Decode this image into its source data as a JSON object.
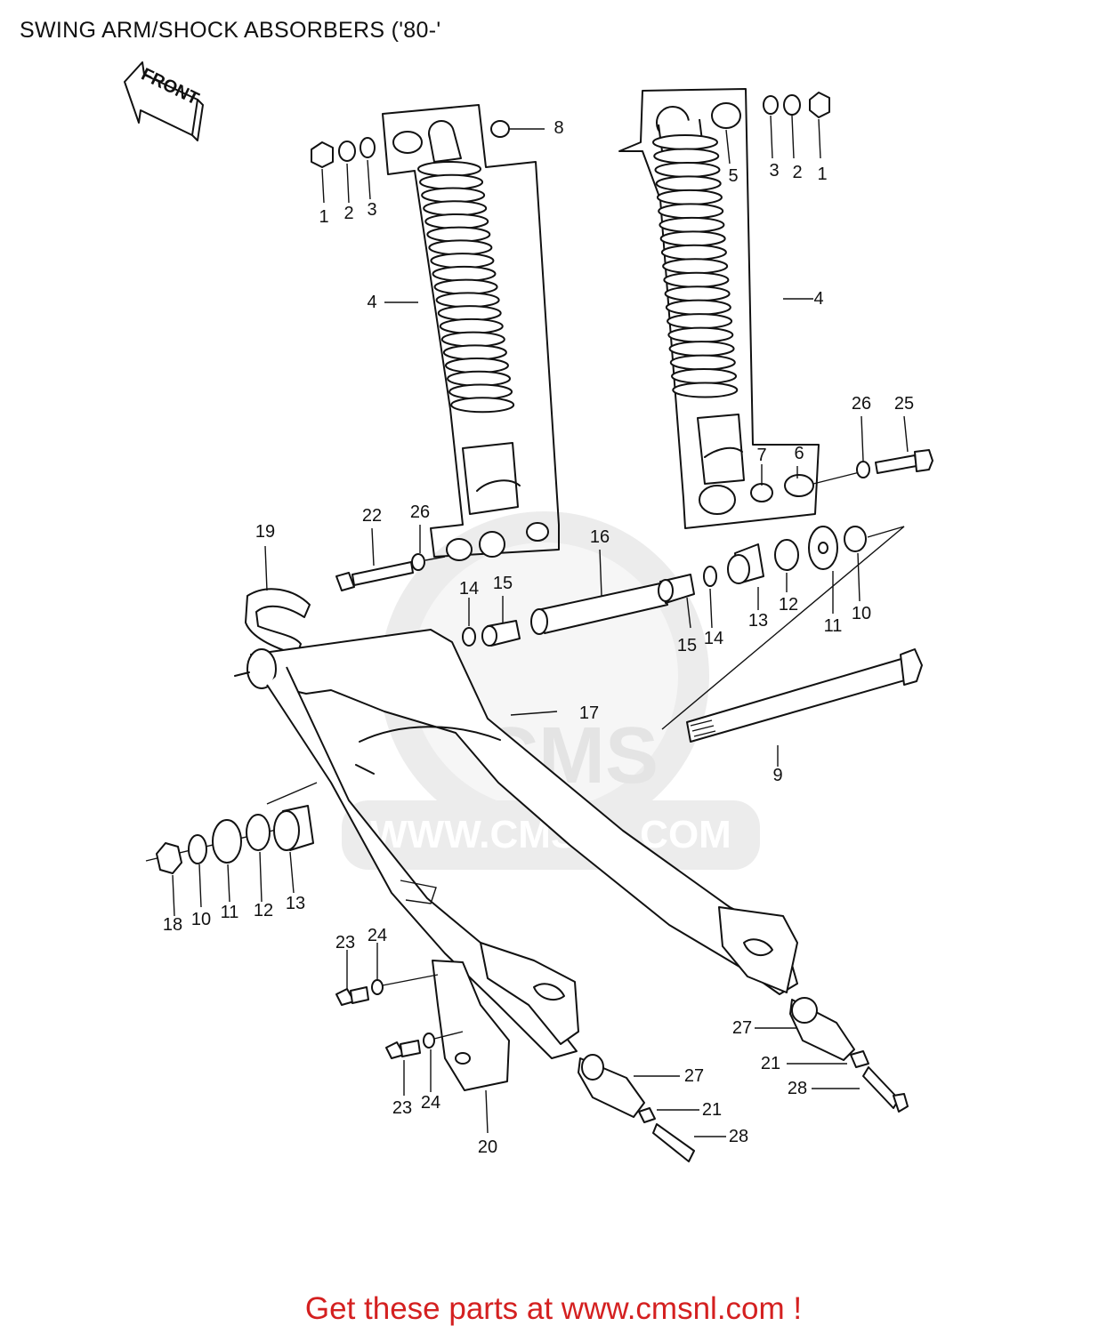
{
  "title": "SWING ARM/SHOCK ABSORBERS ('80-'",
  "front_label": "FRONT",
  "watermark": {
    "logo": "CMS",
    "url": "WWW.CMSNL.COM"
  },
  "footer": "Get these parts at www.cmsnl.com !",
  "callouts": [
    {
      "id": "c1a",
      "text": "1"
    },
    {
      "id": "c2a",
      "text": "2"
    },
    {
      "id": "c3a",
      "text": "3"
    },
    {
      "id": "c8",
      "text": "8"
    },
    {
      "id": "c4a",
      "text": "4"
    },
    {
      "id": "c5",
      "text": "5"
    },
    {
      "id": "c3b",
      "text": "3"
    },
    {
      "id": "c2b",
      "text": "2"
    },
    {
      "id": "c1b",
      "text": "1"
    },
    {
      "id": "c4b",
      "text": "4"
    },
    {
      "id": "c26a",
      "text": "26"
    },
    {
      "id": "c25",
      "text": "25"
    },
    {
      "id": "c7",
      "text": "7"
    },
    {
      "id": "c6",
      "text": "6"
    },
    {
      "id": "c19",
      "text": "19"
    },
    {
      "id": "c22",
      "text": "22"
    },
    {
      "id": "c26b",
      "text": "26"
    },
    {
      "id": "c16",
      "text": "16"
    },
    {
      "id": "c14a",
      "text": "14"
    },
    {
      "id": "c15a",
      "text": "15"
    },
    {
      "id": "c15b",
      "text": "15"
    },
    {
      "id": "c14b",
      "text": "14"
    },
    {
      "id": "c13a",
      "text": "13"
    },
    {
      "id": "c12a",
      "text": "12"
    },
    {
      "id": "c11a",
      "text": "11"
    },
    {
      "id": "c10a",
      "text": "10"
    },
    {
      "id": "c17",
      "text": "17"
    },
    {
      "id": "c9",
      "text": "9"
    },
    {
      "id": "c18",
      "text": "18"
    },
    {
      "id": "c10b",
      "text": "10"
    },
    {
      "id": "c11b",
      "text": "11"
    },
    {
      "id": "c12b",
      "text": "12"
    },
    {
      "id": "c13b",
      "text": "13"
    },
    {
      "id": "c23a",
      "text": "23"
    },
    {
      "id": "c24a",
      "text": "24"
    },
    {
      "id": "c23b",
      "text": "23"
    },
    {
      "id": "c24b",
      "text": "24"
    },
    {
      "id": "c20",
      "text": "20"
    },
    {
      "id": "c27a",
      "text": "27"
    },
    {
      "id": "c21a",
      "text": "21"
    },
    {
      "id": "c28a",
      "text": "28"
    },
    {
      "id": "c27b",
      "text": "27"
    },
    {
      "id": "c21b",
      "text": "21"
    },
    {
      "id": "c28b",
      "text": "28"
    }
  ]
}
